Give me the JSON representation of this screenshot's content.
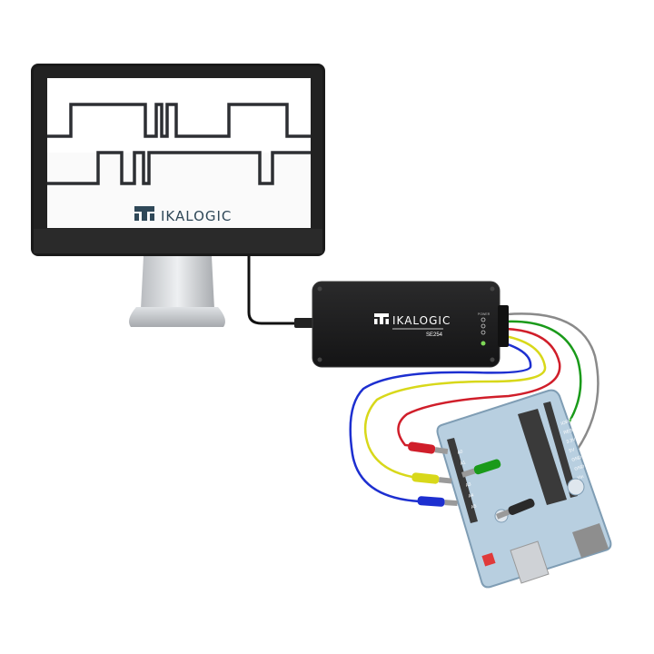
{
  "monitor": {
    "logo_text": "IKALOGIC",
    "colors": {
      "bezel": "#1a1a1a",
      "screen": "#ffffff",
      "signal": "#2d2f33",
      "logo": "#2f4858"
    }
  },
  "analyzer": {
    "brand_text": "IKALOGIC",
    "model_text": "SE254",
    "status_label": "POWER",
    "colors": {
      "body": "#1c1c1d",
      "led": "#7ed957"
    }
  },
  "board": {
    "header_labels_right": [
      "IOREF",
      "RESET",
      "3.3V",
      "5V",
      "GND",
      "GND",
      "Vin"
    ],
    "header_labels_left": [
      "A0",
      "A1",
      "A2",
      "A3",
      "A4",
      "A5"
    ],
    "colors": {
      "pcb": "#b8cfe0",
      "pcb_edge": "#7f9db4",
      "chip": "#3a3a3a"
    }
  },
  "wires": [
    {
      "name": "wire-gray",
      "color": "#8a8a8a"
    },
    {
      "name": "wire-green",
      "color": "#1a9a1a"
    },
    {
      "name": "wire-red",
      "color": "#d01e2a"
    },
    {
      "name": "wire-yellow",
      "color": "#d8d81a"
    },
    {
      "name": "wire-blue",
      "color": "#1d2fd0"
    }
  ]
}
